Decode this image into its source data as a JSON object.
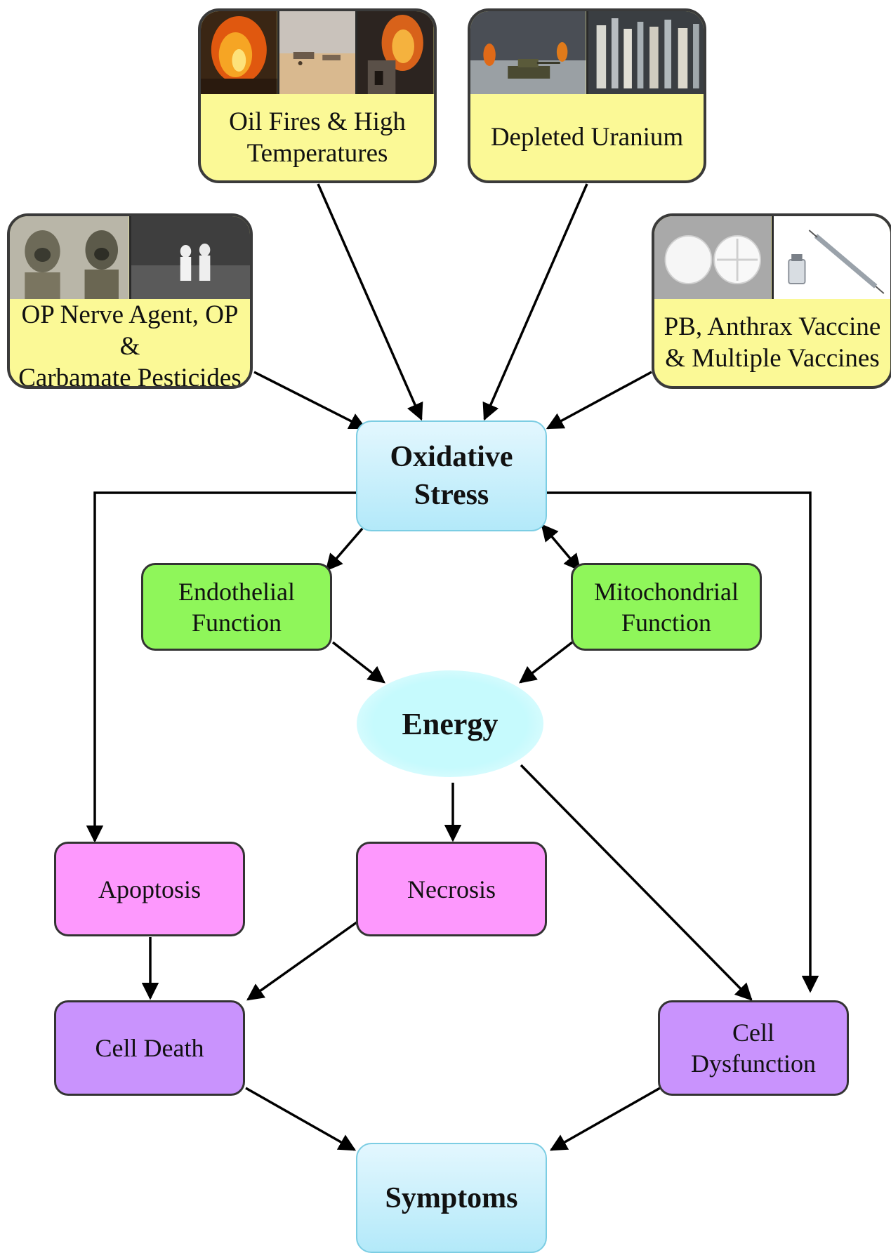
{
  "exposures": {
    "oil_fires": {
      "label": "Oil Fires & High\nTemperatures",
      "photo_subjects": [
        "burning oil wells",
        "desert vehicles with camels",
        "burning structure"
      ]
    },
    "depleted_uranium": {
      "label": "Depleted Uranium",
      "photo_subjects": [
        "tank in desert with oil fires",
        "munition rounds"
      ]
    },
    "nerve_agents": {
      "label": "OP Nerve Agent, OP &\nCarbamate Pesticides",
      "photo_subjects": [
        "soldiers in gas masks",
        "figures in protective suits"
      ]
    },
    "pb_vaccines": {
      "label": "PB, Anthrax Vaccine\n& Multiple Vaccines",
      "photo_subjects": [
        "pyridostigmine bromide tablets",
        "vaccine vial and syringe"
      ]
    }
  },
  "nodes": {
    "oxidative_stress": "Oxidative\nStress",
    "endothelial": "Endothelial\nFunction",
    "mitochondrial": "Mitochondrial\nFunction",
    "energy": "Energy",
    "apoptosis": "Apoptosis",
    "necrosis": "Necrosis",
    "cell_death": "Cell Death",
    "cell_dysfunction": "Cell\nDysfunction",
    "symptoms": "Symptoms"
  },
  "colors": {
    "exposure_fill": "#fbf996",
    "function_fill": "#8ff65a",
    "injury_fill": "#fd98fd",
    "outcome_fill": "#c993fd",
    "stress_fill": "#cdf1fb",
    "energy_fill": "#c6fafd",
    "arrow": "#000000"
  },
  "edges": [
    {
      "from": "oil_fires",
      "to": "oxidative_stress"
    },
    {
      "from": "depleted_uranium",
      "to": "oxidative_stress"
    },
    {
      "from": "nerve_agents",
      "to": "oxidative_stress"
    },
    {
      "from": "pb_vaccines",
      "to": "oxidative_stress"
    },
    {
      "from": "oxidative_stress",
      "to": "endothelial"
    },
    {
      "from": "oxidative_stress",
      "to": "mitochondrial",
      "bidirectional": true
    },
    {
      "from": "oxidative_stress",
      "to": "apoptosis"
    },
    {
      "from": "oxidative_stress",
      "to": "cell_dysfunction"
    },
    {
      "from": "endothelial",
      "to": "energy"
    },
    {
      "from": "mitochondrial",
      "to": "energy"
    },
    {
      "from": "energy",
      "to": "necrosis"
    },
    {
      "from": "energy",
      "to": "cell_dysfunction"
    },
    {
      "from": "apoptosis",
      "to": "cell_death"
    },
    {
      "from": "necrosis",
      "to": "cell_death"
    },
    {
      "from": "cell_death",
      "to": "symptoms"
    },
    {
      "from": "cell_dysfunction",
      "to": "symptoms"
    }
  ]
}
